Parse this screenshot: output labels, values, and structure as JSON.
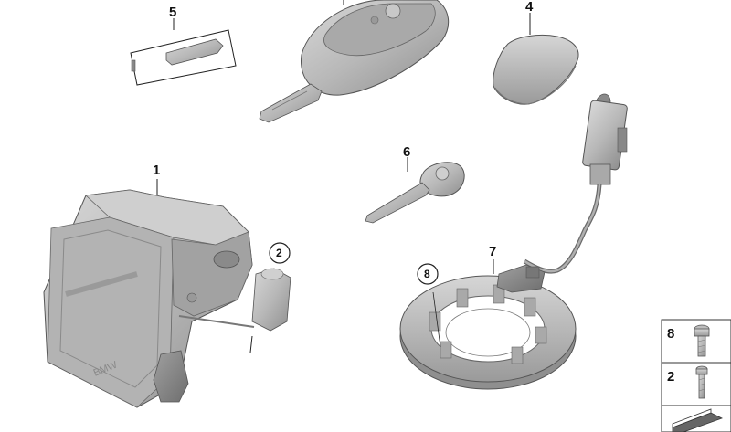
{
  "callouts": {
    "c1": "1",
    "c2": "2",
    "c4": "4",
    "c5": "5",
    "c6": "6",
    "c7": "7",
    "c8": "8"
  },
  "legend": {
    "row1": "8",
    "row2": "2"
  },
  "brand_mark": "BMW",
  "colors": {
    "part_fill": "#b9b9b9",
    "part_dark": "#8a8a8a",
    "part_light": "#d9d9d9",
    "outline": "#3a3a3a"
  }
}
